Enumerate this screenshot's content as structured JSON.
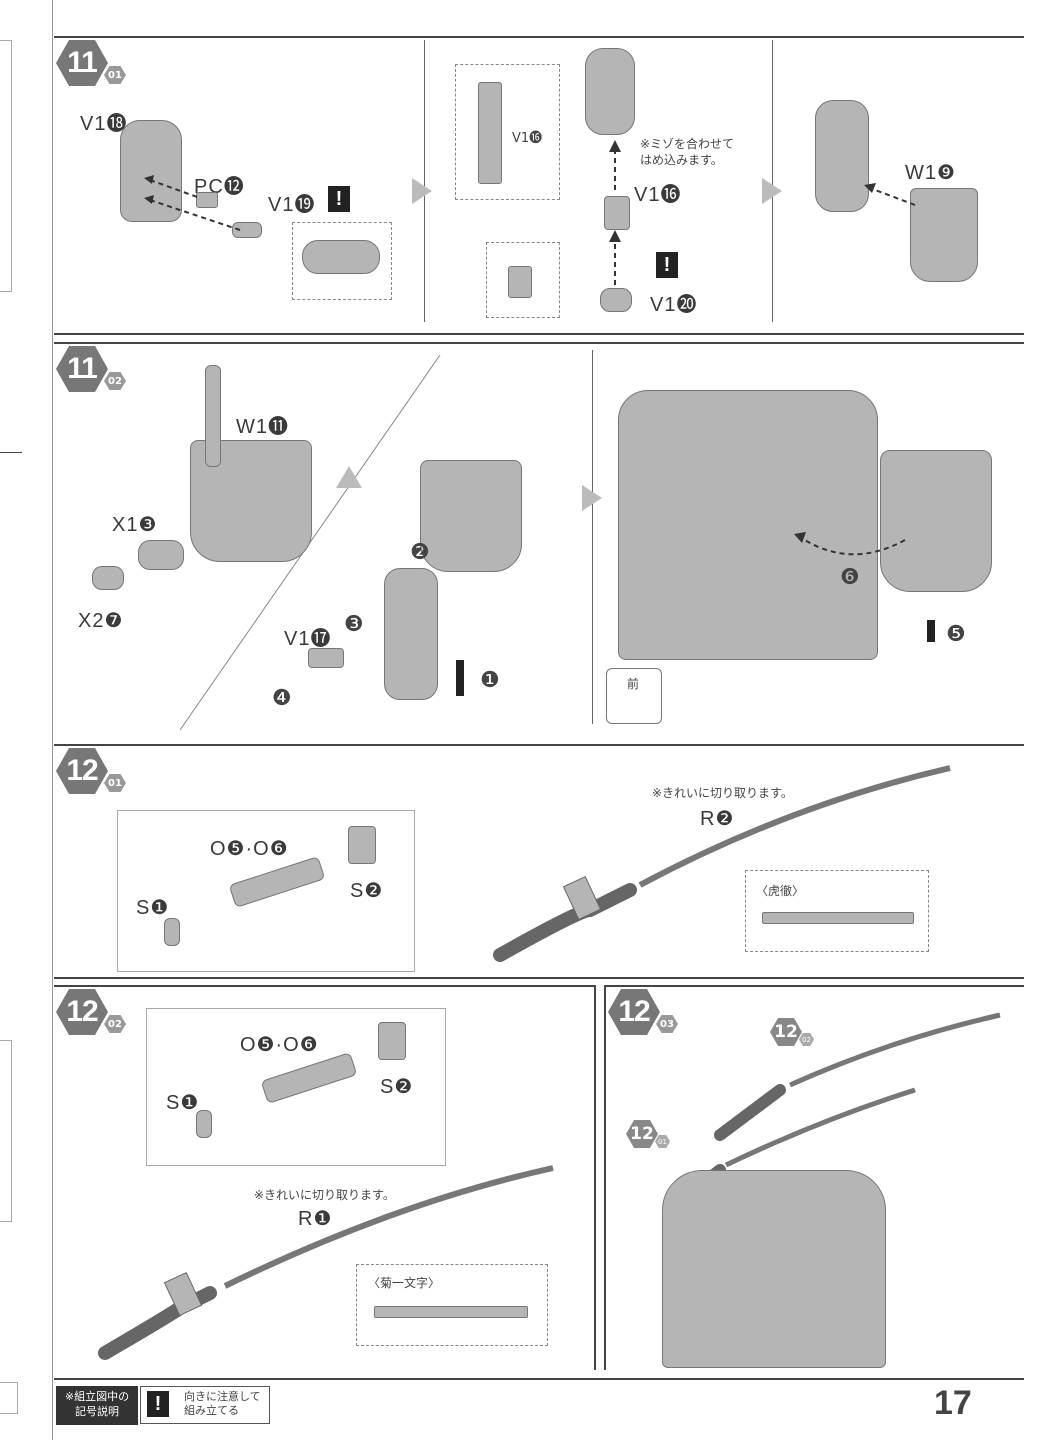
{
  "page_number": "17",
  "steps": {
    "s11_01": {
      "num": "11",
      "sub": "01"
    },
    "s11_02": {
      "num": "11",
      "sub": "02"
    },
    "s12_01": {
      "num": "12",
      "sub": "01"
    },
    "s12_02": {
      "num": "12",
      "sub": "02"
    },
    "s12_03": {
      "num": "12",
      "sub": "03"
    }
  },
  "labels": {
    "v1_18": "V1⓲",
    "pc_12": "PC⓬",
    "v1_19": "V1⓳",
    "v1_16_box": "V1⓰",
    "v1_16": "V1⓰",
    "v1_20": "V1⓴",
    "w1_9": "W1❾",
    "w1_11": "W1⓫",
    "x1_3": "X1❸",
    "x2_7": "X2❼",
    "v1_17": "V1⓱",
    "o5_o6_a": "O❺·O❻",
    "s1_a": "S❶",
    "s2_a": "S❷",
    "r2": "R❷",
    "o5_o6_b": "O❺·O❻",
    "s1_b": "S❶",
    "s2_b": "S❷",
    "r1": "R❶"
  },
  "notes": {
    "groove": "※ミゾを合わせて\nはめ込みます。",
    "cut_clean_a": "※きれいに切り取ります。",
    "cut_clean_b": "※きれいに切り取ります。",
    "kotetsu": "〈虎徹〉",
    "kikuichimonji": "〈菊一文字〉",
    "front": "前"
  },
  "order_marks": [
    "❶",
    "❷",
    "❸",
    "❹",
    "❺",
    "❻"
  ],
  "step_refs": {
    "a": "12",
    "a_sub": "02",
    "b": "12",
    "b_sub": "01"
  },
  "legend": {
    "title": "※組立図中の\n記号説明",
    "icon": "!",
    "desc": "向きに注意して\n組み立てる"
  },
  "warning_icon": "!"
}
